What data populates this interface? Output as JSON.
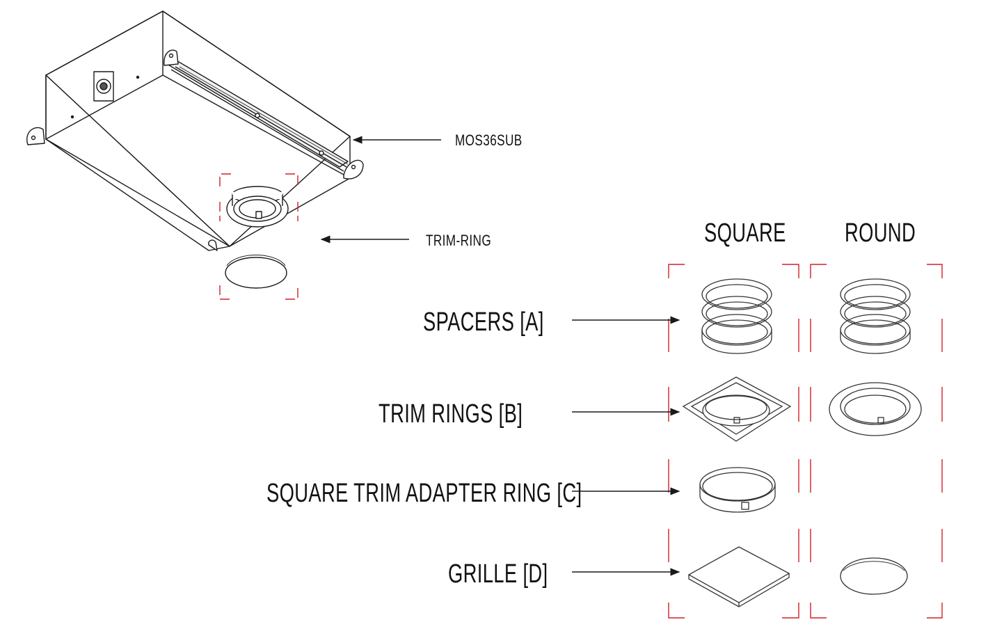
{
  "labels": {
    "unit": "MOS36SUB",
    "trim_ring": "TRIM-RING",
    "col_square": "SQUARE",
    "col_round": "ROUND",
    "spacers": "SPACERS [A]",
    "trim_rings": "TRIM RINGS [B]",
    "adapter_ring": "SQUARE TRIM ADAPTER RING [C]",
    "grille": "GRILLE [D]"
  },
  "colors": {
    "line": "#1a1a1a",
    "bracket": "#d0202a",
    "background": "#ffffff"
  }
}
